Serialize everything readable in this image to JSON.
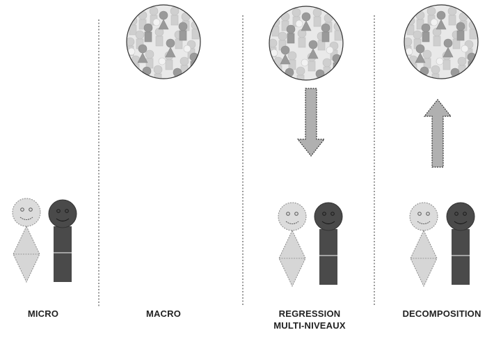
{
  "panels": [
    {
      "id": "micro",
      "label": "MICRO",
      "has_crowd": false,
      "arrow": "none",
      "has_people": true
    },
    {
      "id": "macro",
      "label": "MACRO",
      "has_crowd": true,
      "arrow": "none",
      "has_people": false
    },
    {
      "id": "multilevel",
      "label_line1": "REGRESSION",
      "label_line2": "MULTI-NIVEAUX",
      "has_crowd": true,
      "arrow": "down",
      "has_people": true
    },
    {
      "id": "decomposition",
      "label": "DECOMPOSITION",
      "has_crowd": true,
      "arrow": "up",
      "has_people": true
    }
  ],
  "colors": {
    "light_person": "#d9d9d9",
    "dark_person": "#4a4a4a",
    "arrow_fill": "#b0b0b0",
    "divider": "#555555",
    "crowd_bg": "#e9e9e9"
  },
  "icons": [
    "smiley-person-light-icon",
    "smiley-person-dark-icon",
    "crowd-circle-icon",
    "arrow-down-icon",
    "arrow-up-icon"
  ]
}
